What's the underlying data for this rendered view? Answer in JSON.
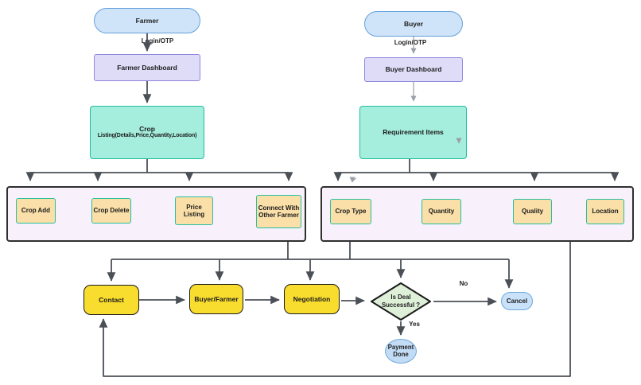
{
  "palette": {
    "stadium_fill": "#CFE4F9",
    "stadium_border": "#64A1DB",
    "dashboard_fill": "#DFDCF8",
    "dashboard_border": "#8F87DF",
    "teal_fill": "#A5EDDC",
    "teal_border": "#1FBFA2",
    "container_fill": "#F8F0FB",
    "container_border": "#2F2F2F",
    "action_fill": "#FADFA8",
    "action_border": "#26BFA0",
    "process_fill": "#F8DC2E",
    "process_border": "#1A1A1A",
    "decision_fill": "#DFF0D9",
    "decision_border": "#1A1A1A",
    "terminal_fill": "#C9E1F9",
    "terminal_border": "#6FA8DC",
    "connector_color": "#4B5057",
    "light_connector_color": "#9AA0A6"
  },
  "farmer_flow": {
    "start": "Farmer",
    "login_label": "Login/OTP",
    "dashboard": "Farmer Dashboard",
    "listing_line1": "Crop",
    "listing_line2": "Listing(Details,Price,Quantity,Location)",
    "actions": [
      "Crop Add",
      "Crop Delete",
      "Price Listing",
      "Connect With Other Farmer"
    ]
  },
  "buyer_flow": {
    "start": "Buyer",
    "login_label": "Login/OTP",
    "dashboard": "Buyer Dashboard",
    "requirements": "Requirement Items",
    "criteria": [
      "Crop Type",
      "Quantity",
      "Quality",
      "Location"
    ]
  },
  "deal_flow": {
    "contact": "Contact",
    "meeting": "Buyer/Farmer",
    "negotiation": "Negotiation",
    "decision": "Is Deal Successful ?",
    "no_label": "No",
    "yes_label": "Yes",
    "cancel": "Cancel",
    "payment": "Payment Done"
  }
}
